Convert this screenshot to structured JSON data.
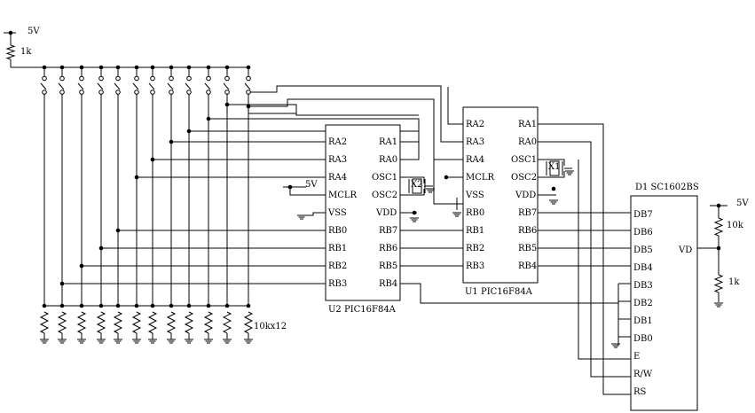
{
  "supply_label": "5V",
  "pullup_value": "1k",
  "pulldown_value": "10kx12",
  "u2": {
    "name": "U2 PIC16F84A",
    "pins_left": [
      "RA2",
      "RA3",
      "RA4",
      "MCLR",
      "VSS",
      "RB0",
      "RB1",
      "RB2",
      "RB3"
    ],
    "pins_right": [
      "RA1",
      "RA0",
      "OSC1",
      "OSC2",
      "VDD",
      "RB7",
      "RB6",
      "RB5",
      "RB4"
    ],
    "crystal": "X2",
    "vdd_label": "5V"
  },
  "u1": {
    "name": "U1 PIC16F84A",
    "pins_left": [
      "RA2",
      "RA3",
      "RA4",
      "MCLR",
      "VSS",
      "RB0",
      "RB1",
      "RB2",
      "RB3"
    ],
    "pins_right": [
      "RA1",
      "RA0",
      "OSC1",
      "OSC2",
      "VDD",
      "RB7",
      "RB6",
      "RB5",
      "RB4"
    ],
    "crystal": "X1"
  },
  "lcd": {
    "name": "D1 SC1602BS",
    "pins": [
      "DB7",
      "DB6",
      "DB5",
      "DB4",
      "DB3",
      "DB2",
      "DB1",
      "DB0",
      "E",
      "R/W",
      "RS"
    ],
    "vd_label": "VD",
    "supply_label": "5V",
    "r_top": "10k",
    "r_bottom": "1k"
  }
}
